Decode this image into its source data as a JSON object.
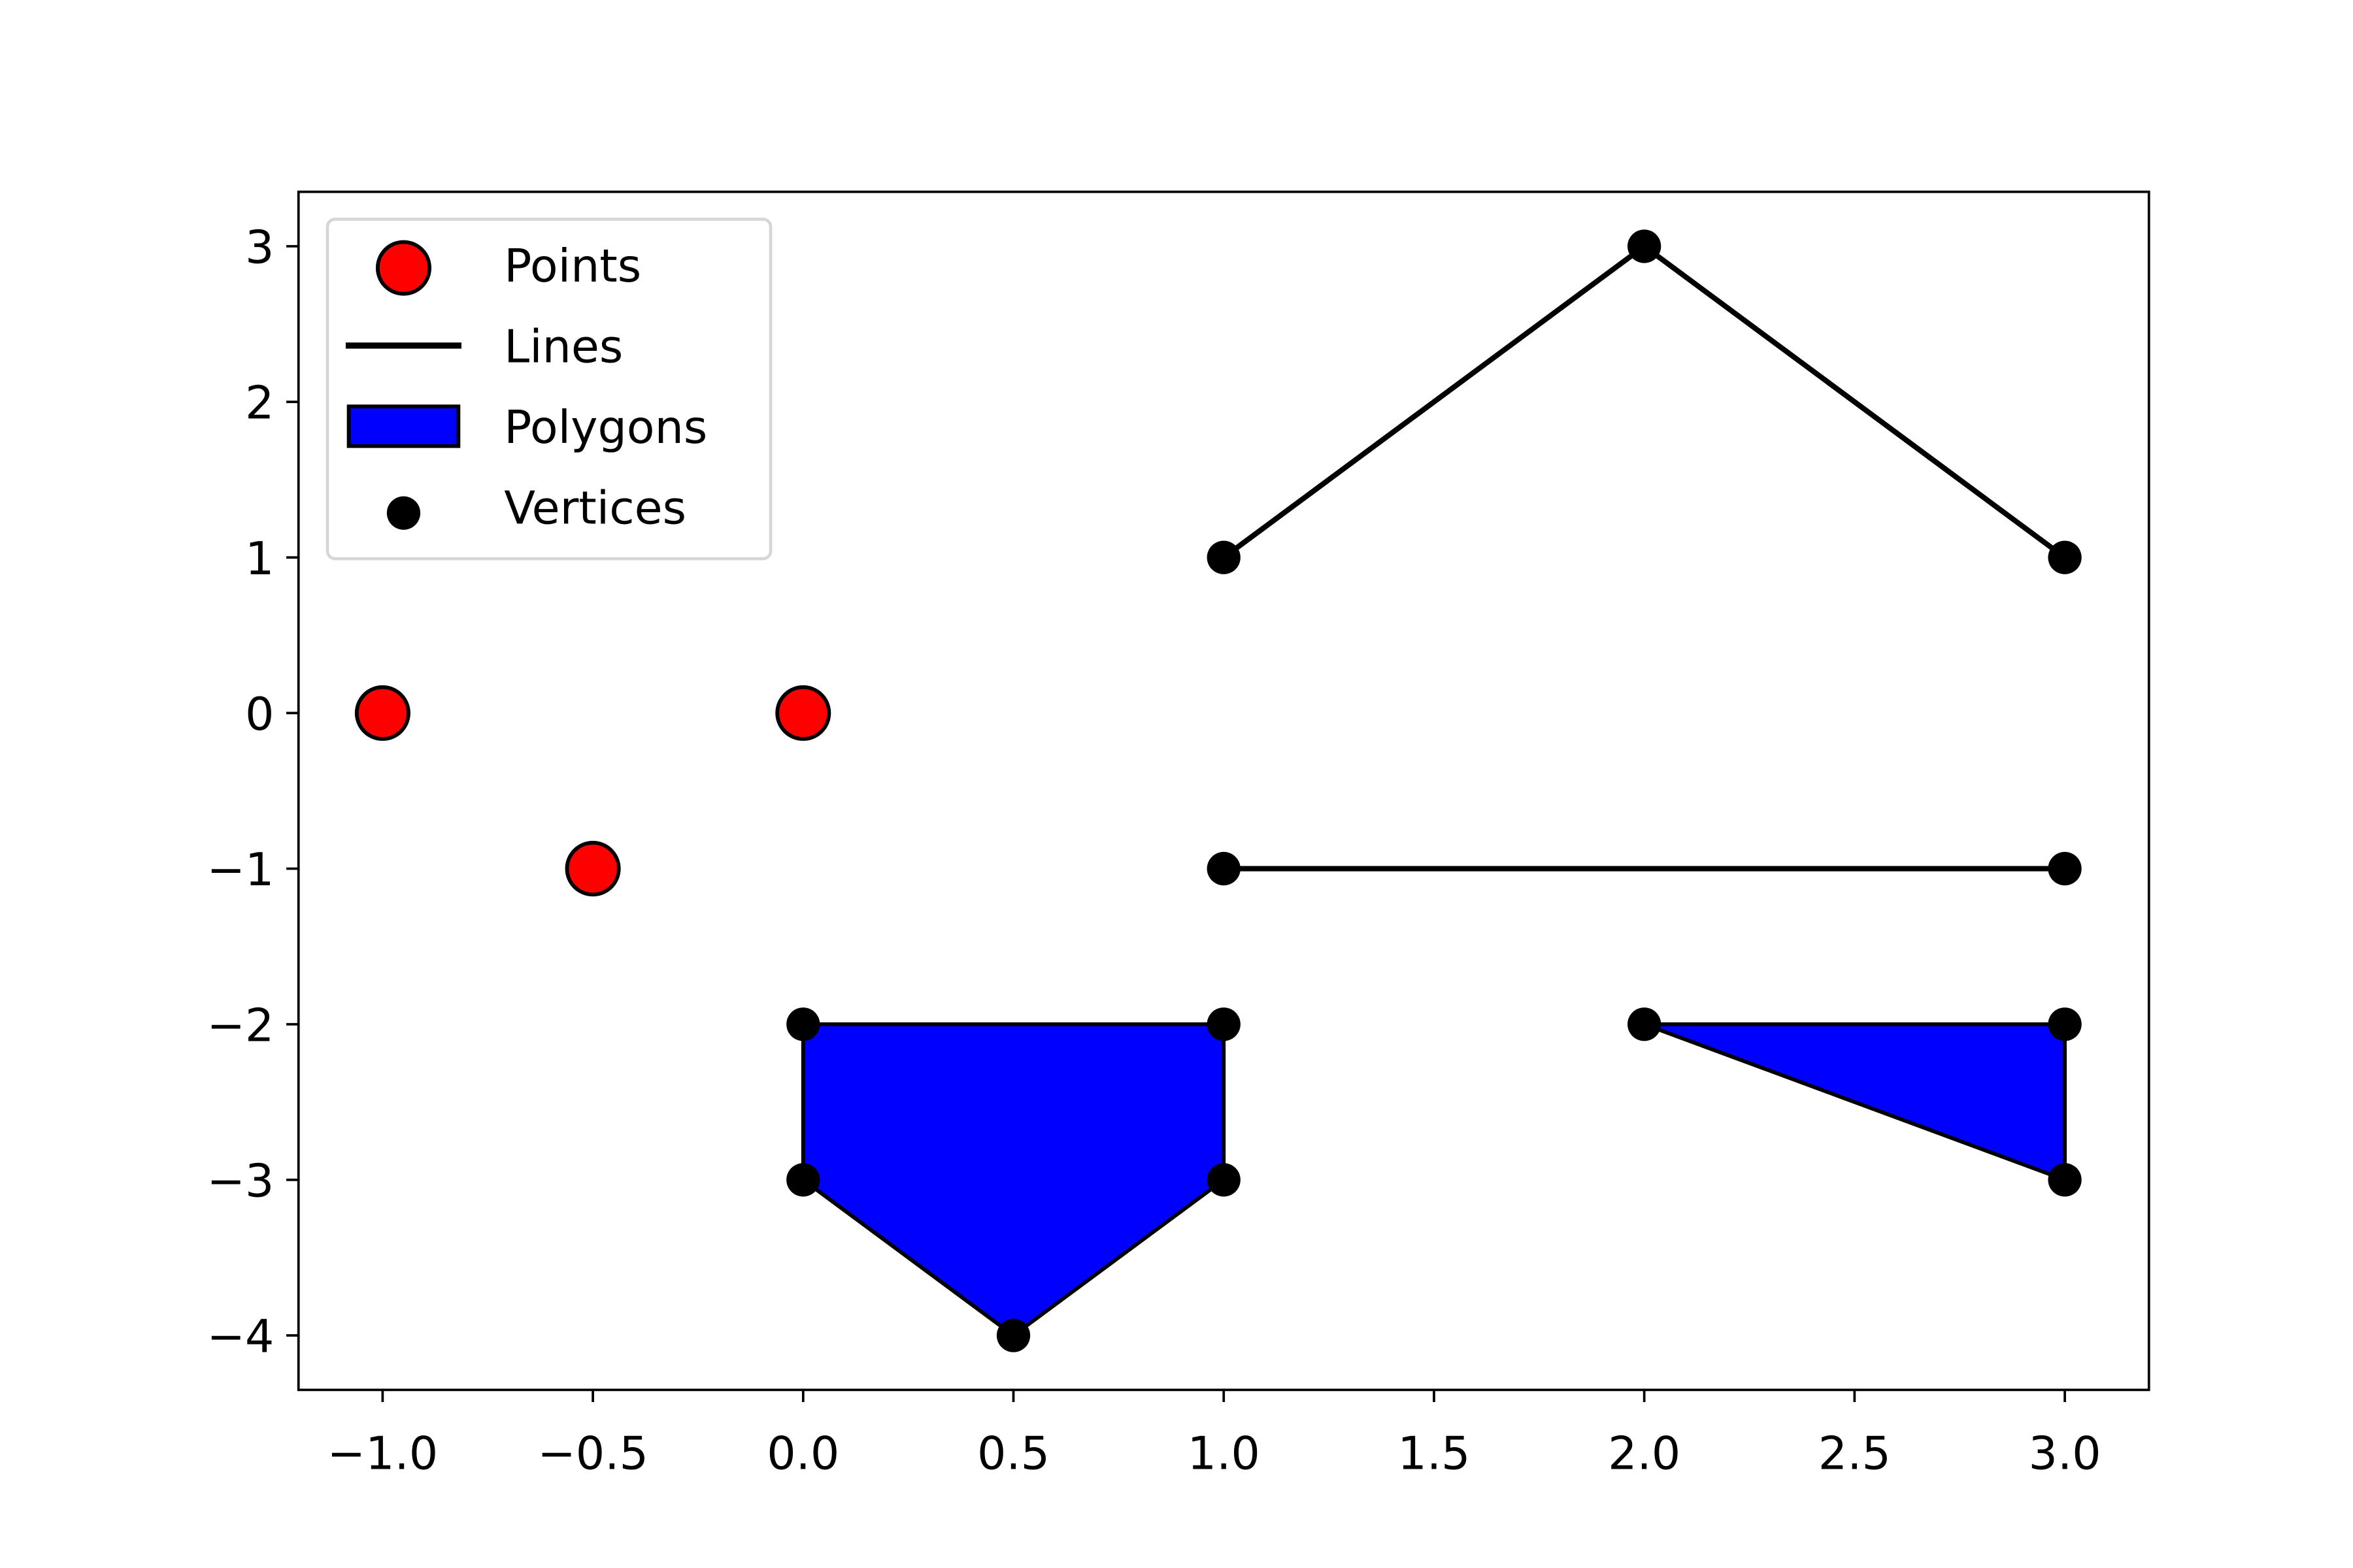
{
  "chart_data": {
    "type": "scatter",
    "title": "",
    "xlabel": "",
    "ylabel": "",
    "xlim": [
      -1.2,
      3.2
    ],
    "ylim": [
      -4.35,
      3.35
    ],
    "grid": false,
    "xticks": [
      -1.0,
      -0.5,
      0.0,
      0.5,
      1.0,
      1.5,
      2.0,
      2.5,
      3.0
    ],
    "xtick_labels": [
      "−1.0",
      "−0.5",
      "0.0",
      "0.5",
      "1.0",
      "1.5",
      "2.0",
      "2.5",
      "3.0"
    ],
    "yticks": [
      3,
      2,
      1,
      0,
      -1,
      -2,
      -3,
      -4
    ],
    "ytick_labels": [
      "3",
      "2",
      "1",
      "0",
      "−1",
      "−2",
      "−3",
      "−4"
    ],
    "legend": {
      "placement": "upper-left",
      "entries": [
        "Points",
        "Lines",
        "Polygons",
        "Vertices"
      ]
    },
    "points": [
      [
        -1,
        0
      ],
      [
        -0.5,
        -1
      ],
      [
        0,
        0
      ]
    ],
    "lines": [
      [
        [
          1,
          1
        ],
        [
          2,
          3
        ],
        [
          3,
          1
        ]
      ],
      [
        [
          1,
          -1
        ],
        [
          3,
          -1
        ]
      ]
    ],
    "polygons": [
      [
        [
          0,
          -2
        ],
        [
          1,
          -2
        ],
        [
          1,
          -3
        ],
        [
          0.5,
          -4
        ],
        [
          0,
          -3
        ]
      ],
      [
        [
          2,
          -2
        ],
        [
          3,
          -2
        ],
        [
          3,
          -3
        ]
      ]
    ],
    "colors": {
      "points": "#ff0000",
      "lines": "#000000",
      "polygons": "#0000ff",
      "vertices": "#000000"
    }
  }
}
